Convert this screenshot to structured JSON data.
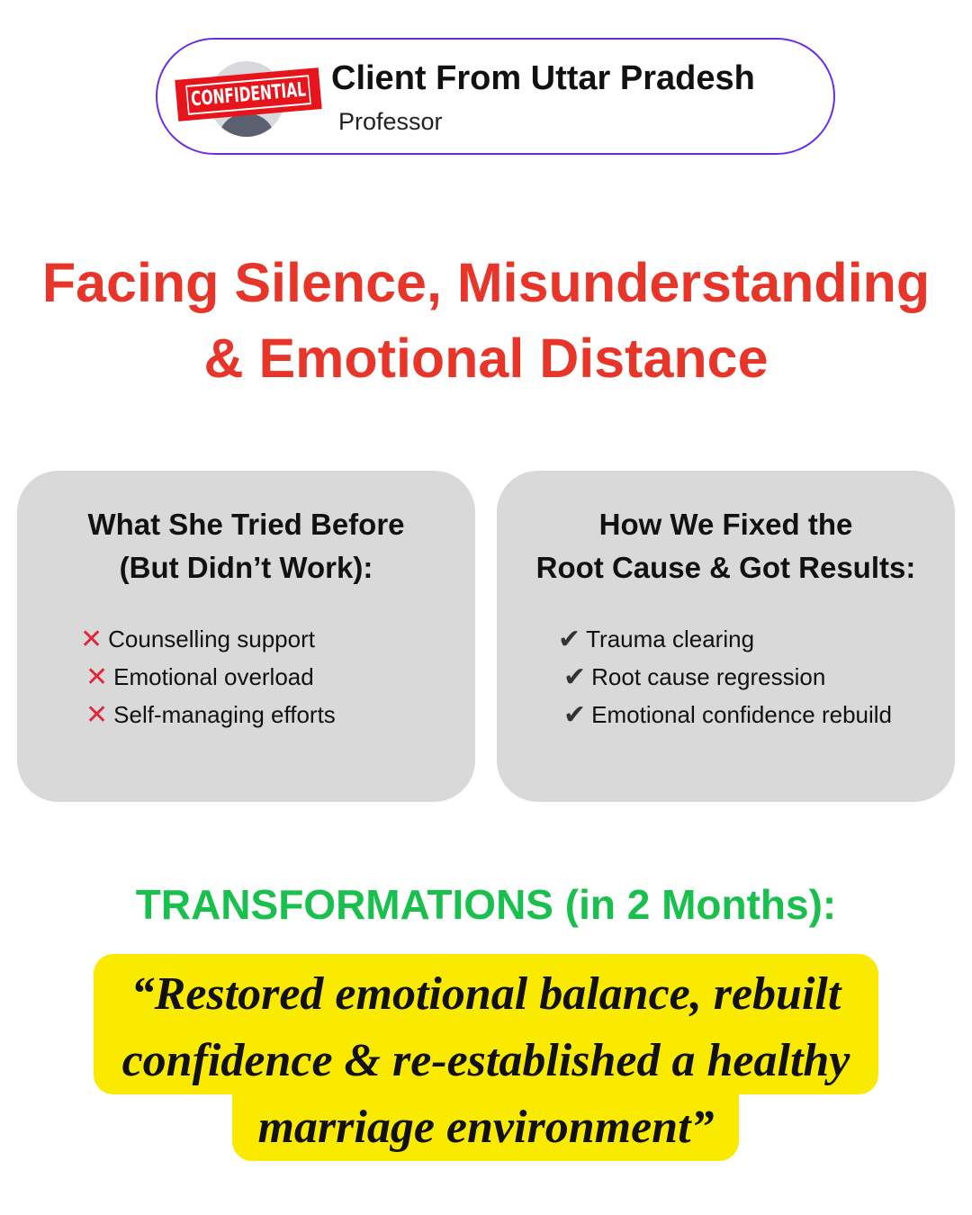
{
  "client": {
    "name": "Client From Uttar Pradesh",
    "role": "Professor",
    "stamp": "CONFIDENTIAL"
  },
  "headline": {
    "line1": "Facing Silence, Misunderstanding",
    "line2": "& Emotional Distance"
  },
  "tried": {
    "title1": "What She Tried Before",
    "title2": "(But Didn’t Work):",
    "items": [
      "Counselling support",
      "Emotional overload",
      "Self-managing efforts"
    ]
  },
  "fixed": {
    "title1": "How We Fixed the",
    "title2": "Root Cause & Got Results:",
    "items": [
      "Trauma clearing",
      "Root cause regression",
      "Emotional confidence rebuild"
    ]
  },
  "transformations": "TRANSFORMATIONS (in 2 Months):",
  "quote": {
    "line1": "“Restored emotional balance, rebuilt",
    "line2": "confidence & re-established a healthy",
    "line3": "marriage environment”"
  }
}
